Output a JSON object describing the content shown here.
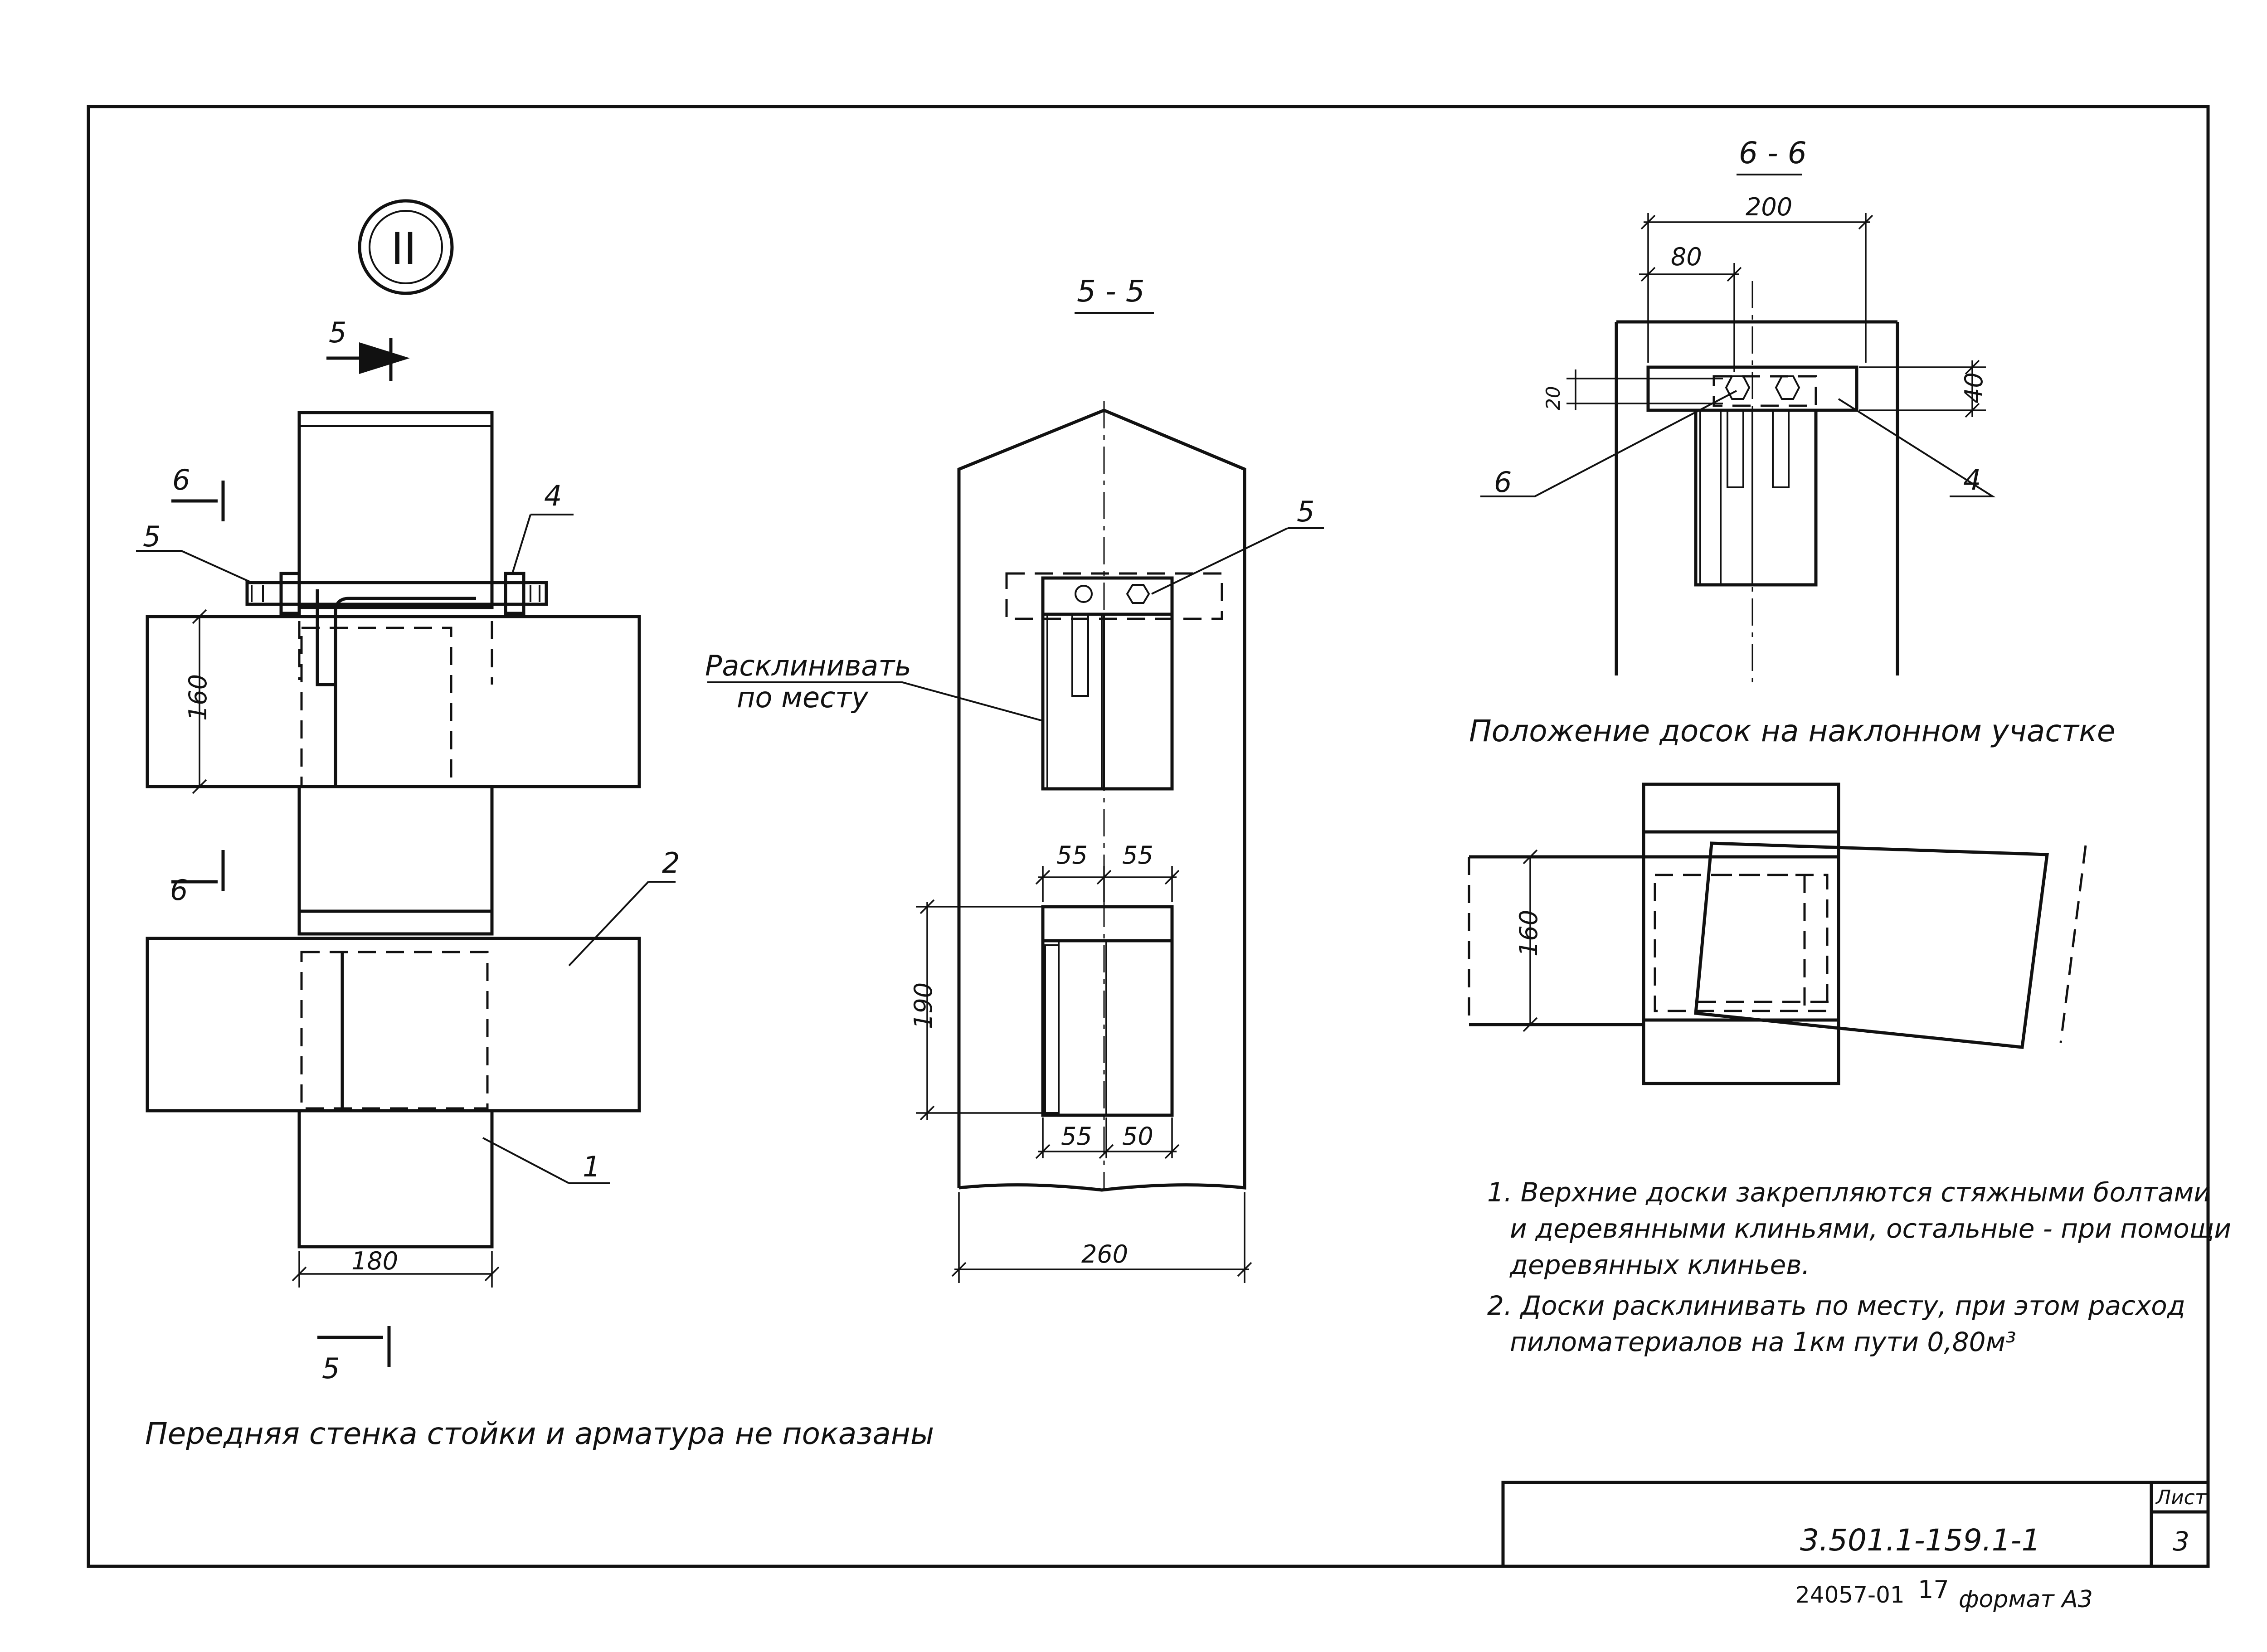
{
  "drawing": {
    "view_mark": "II",
    "section_5_5": "5 - 5",
    "section_6_6": "6 - 6",
    "cut_marks": {
      "five": "5",
      "six": "6"
    },
    "callouts": {
      "c1": "1",
      "c2": "2",
      "c4": "4",
      "c5": "5",
      "c6": "6"
    },
    "dims_left": {
      "d160": "160",
      "d180": "180"
    },
    "dims_mid": {
      "d55a": "55",
      "d55b": "55",
      "d55c": "55",
      "d50": "50",
      "d190": "190",
      "d260": "260"
    },
    "dims_right": {
      "d200": "200",
      "d80": "80",
      "d20": "20",
      "d40": "40",
      "d160": "160"
    },
    "wedge_label_line1": "Расклинивать",
    "wedge_label_line2": "по месту",
    "incline_title": "Положение досок на наклонном участке",
    "caption_left": "Передняя стенка стойки и арматура не показаны",
    "notes": [
      "1. Верхние доски закрепляются стяжными болтами",
      "и деревянными клиньями, остальные - при помощи",
      "деревянных клиньев.",
      "2. Доски расклинивать по месту, при этом расход",
      "пиломатериалов на 1км пути 0,80м³"
    ]
  },
  "title_block": {
    "doc_number": "3.501.1-159.1-1",
    "sheet_label": "Лист",
    "sheet_number": "3"
  },
  "footer": {
    "inventory": "24057-01",
    "page": "17",
    "format": "формат А3"
  }
}
